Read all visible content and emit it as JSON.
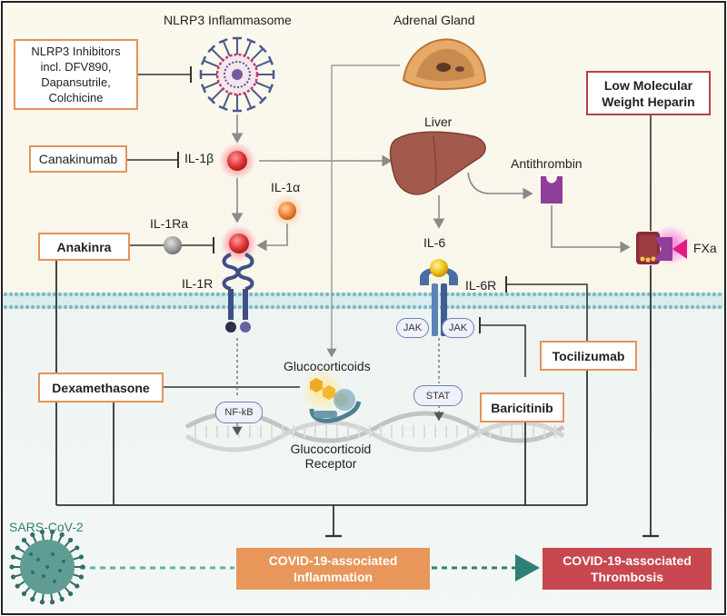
{
  "labels": {
    "nlrp3_inflammasome": "NLRP3 Inflammasome",
    "adrenal_gland": "Adrenal Gland",
    "liver": "Liver",
    "antithrombin": "Antithrombin",
    "il1b": "IL-1β",
    "il1a": "IL-1α",
    "il1ra": "IL-1Ra",
    "il1r": "IL-1R",
    "il6": "IL-6",
    "il6r": "IL-6R",
    "fxa": "FXa",
    "jak_left": "JAK",
    "jak_right": "JAK",
    "stat": "STAT",
    "nfkb": "NF-kB",
    "glucocorticoids": "Glucocorticoids",
    "glucocorticoid_receptor_line1": "Glucocorticoid",
    "glucocorticoid_receptor_line2": "Receptor",
    "sars_cov2": "SARS-CoV-2"
  },
  "drugs": {
    "nlrp3_inhibitors": [
      "NLRP3 Inhibitors",
      "incl. DFV890,",
      "Dapansutrile,",
      "Colchicine"
    ],
    "canakinumab": "Canakinumab",
    "anakinra": "Anakinra",
    "dexamethasone": "Dexamethasone",
    "tocilizumab": "Tocilizumab",
    "baricitinib": "Baricitinib",
    "lmwh": [
      "Low Molecular",
      "Weight Heparin"
    ]
  },
  "outcomes": {
    "inflammation": [
      "COVID-19-associated",
      "Inflammation"
    ],
    "thrombosis": [
      "COVID-19-associated",
      "Thrombosis"
    ]
  },
  "colors": {
    "drug_border": "#e3935a",
    "lmwh_border": "#b5404a",
    "inflammation_fill": "#e8965a",
    "thrombosis_fill": "#c9474e",
    "virus": "#3b7f77",
    "membrane": "#7fb9c4",
    "inhibition_line": "#333333"
  }
}
